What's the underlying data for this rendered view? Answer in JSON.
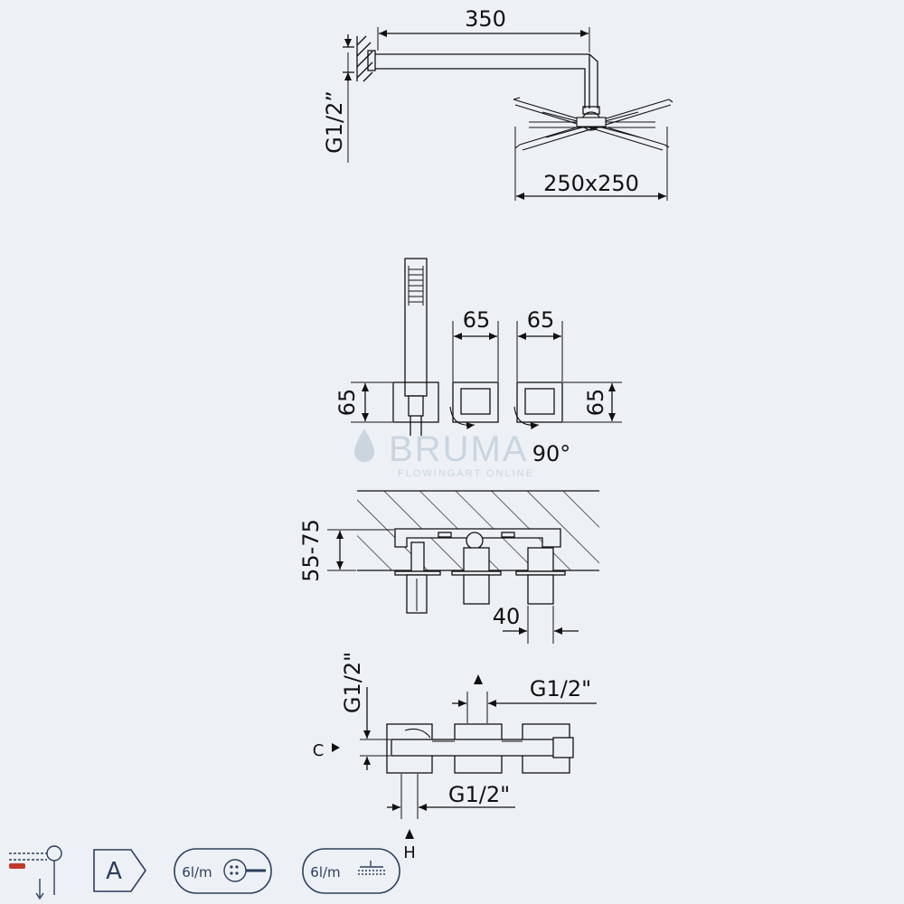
{
  "dimensions": {
    "arm_length": "350",
    "head_size": "250x250",
    "arm_thread": "G1/2”",
    "handle_width_1": "65",
    "handle_width_2": "65",
    "plate_height_left": "65",
    "plate_height_right": "65",
    "rotation": "90°",
    "wall_depth": "55-75",
    "spacing": "40",
    "inlet_side_thread": "G1/2\"",
    "top_outlet_thread": "G1/2\"",
    "bottom_outlet_thread": "G1/2\"",
    "cold_label": "C",
    "hot_label": "H"
  },
  "watermark": {
    "brand": "BRUMA",
    "tagline": "FLOWINGART ONLINE"
  },
  "badges": {
    "energy_class": "A",
    "handshower_flow": "6l/m",
    "headshower_flow": "6l/m"
  },
  "colors": {
    "background": "#edf1f5",
    "line": "#111111",
    "badge_border": "#2c3e5c",
    "badge_icon": "#c0392b",
    "watermark": "#c7d3de"
  }
}
